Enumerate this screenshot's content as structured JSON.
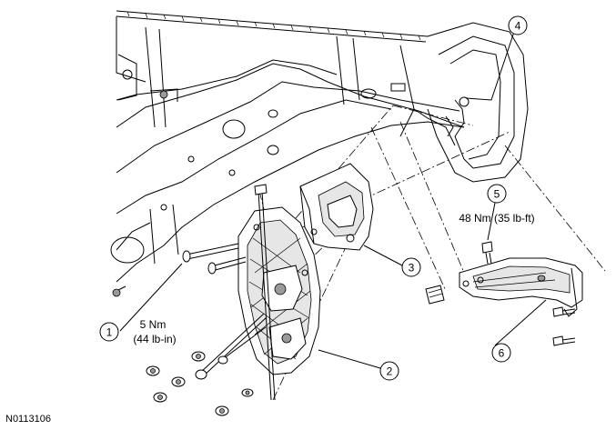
{
  "figure_id": "N0113106",
  "callouts": [
    {
      "number": "1",
      "torque_nm": "5 Nm",
      "torque_imperial": "(44 lb-in)"
    },
    {
      "number": "2"
    },
    {
      "number": "3"
    },
    {
      "number": "4"
    },
    {
      "number": "5",
      "torque_text": "48 Nm (35 lb-ft)"
    },
    {
      "number": "6"
    }
  ]
}
